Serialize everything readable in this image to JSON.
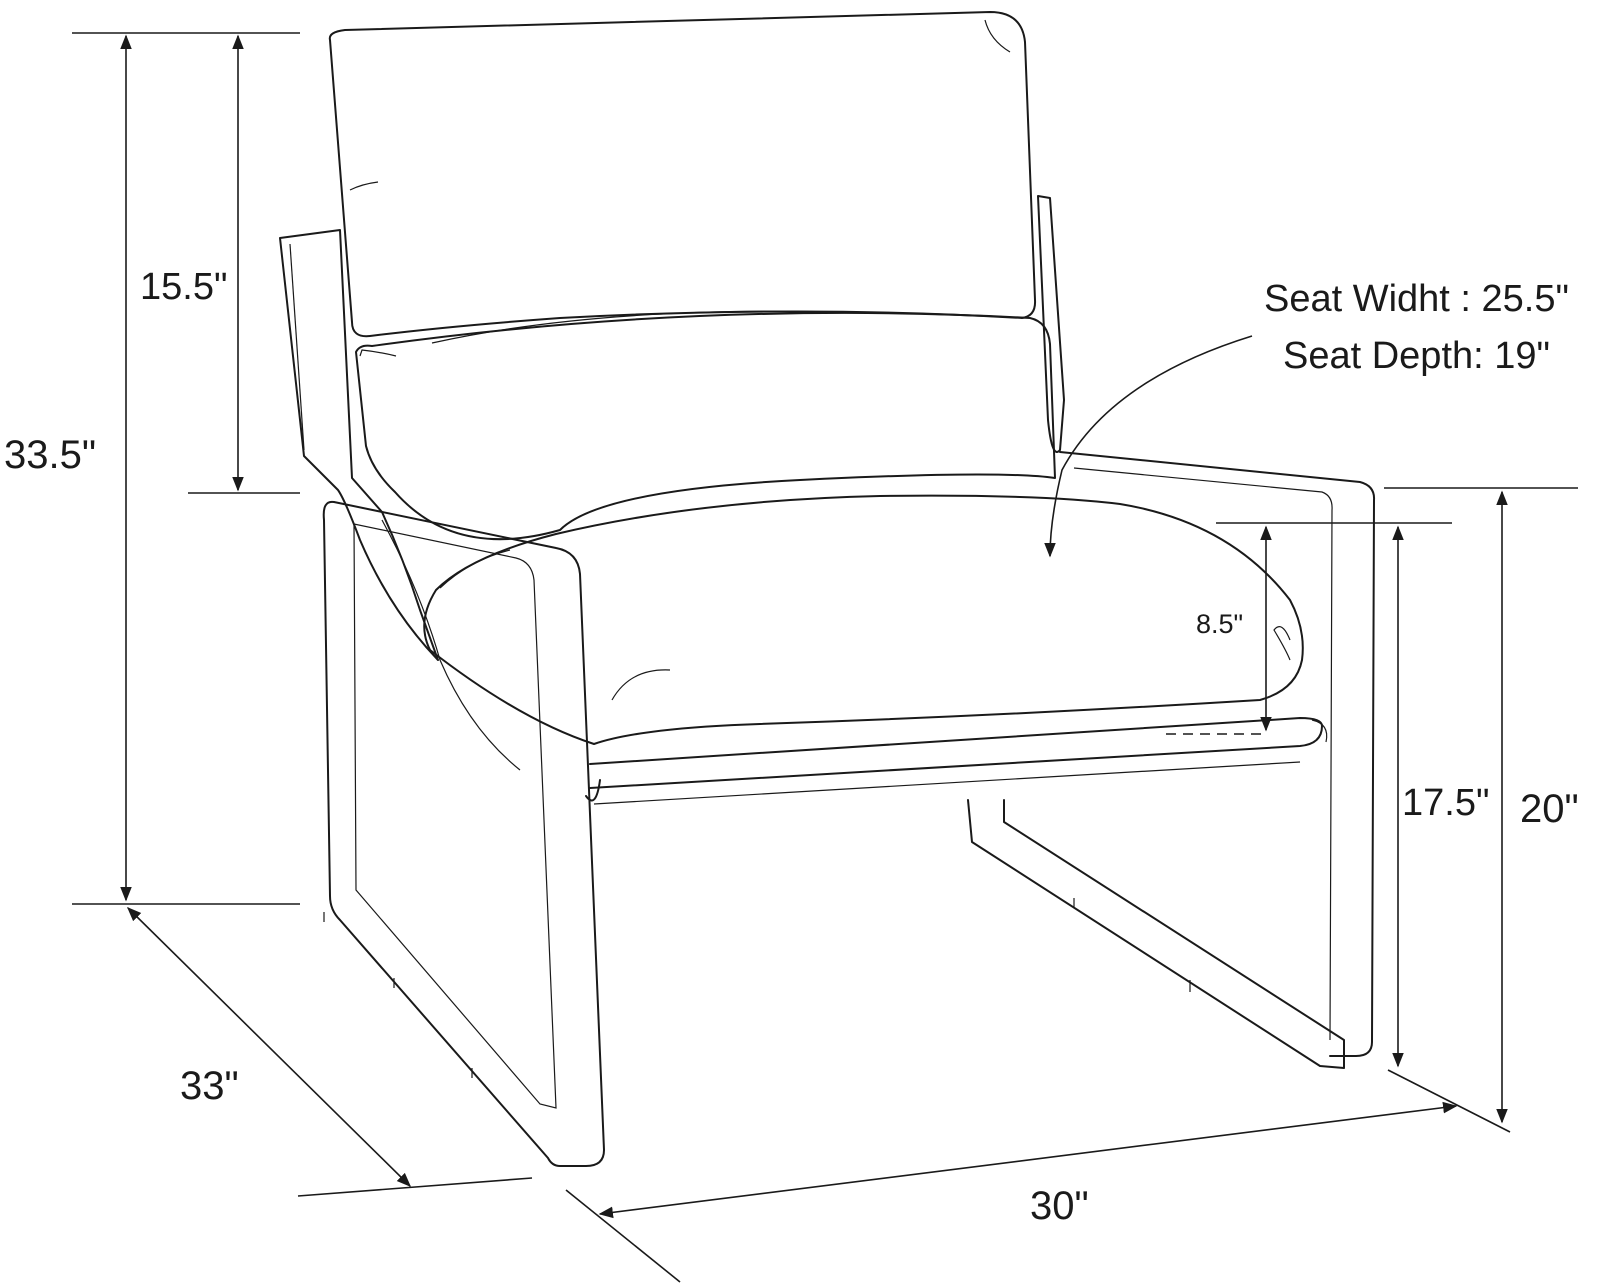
{
  "dimensions": {
    "overall_height": "33.5\"",
    "back_height": "15.5\"",
    "depth": "33\"",
    "width": "30\"",
    "arm_height": "20\"",
    "seat_height": "17.5\"",
    "cushion_thickness": "8.5\""
  },
  "callout": {
    "seat_width": "Seat Widht : 25.5\"",
    "seat_depth": "Seat Depth: 19\""
  },
  "colors": {
    "line": "#1a1a1a",
    "background": "#ffffff"
  }
}
